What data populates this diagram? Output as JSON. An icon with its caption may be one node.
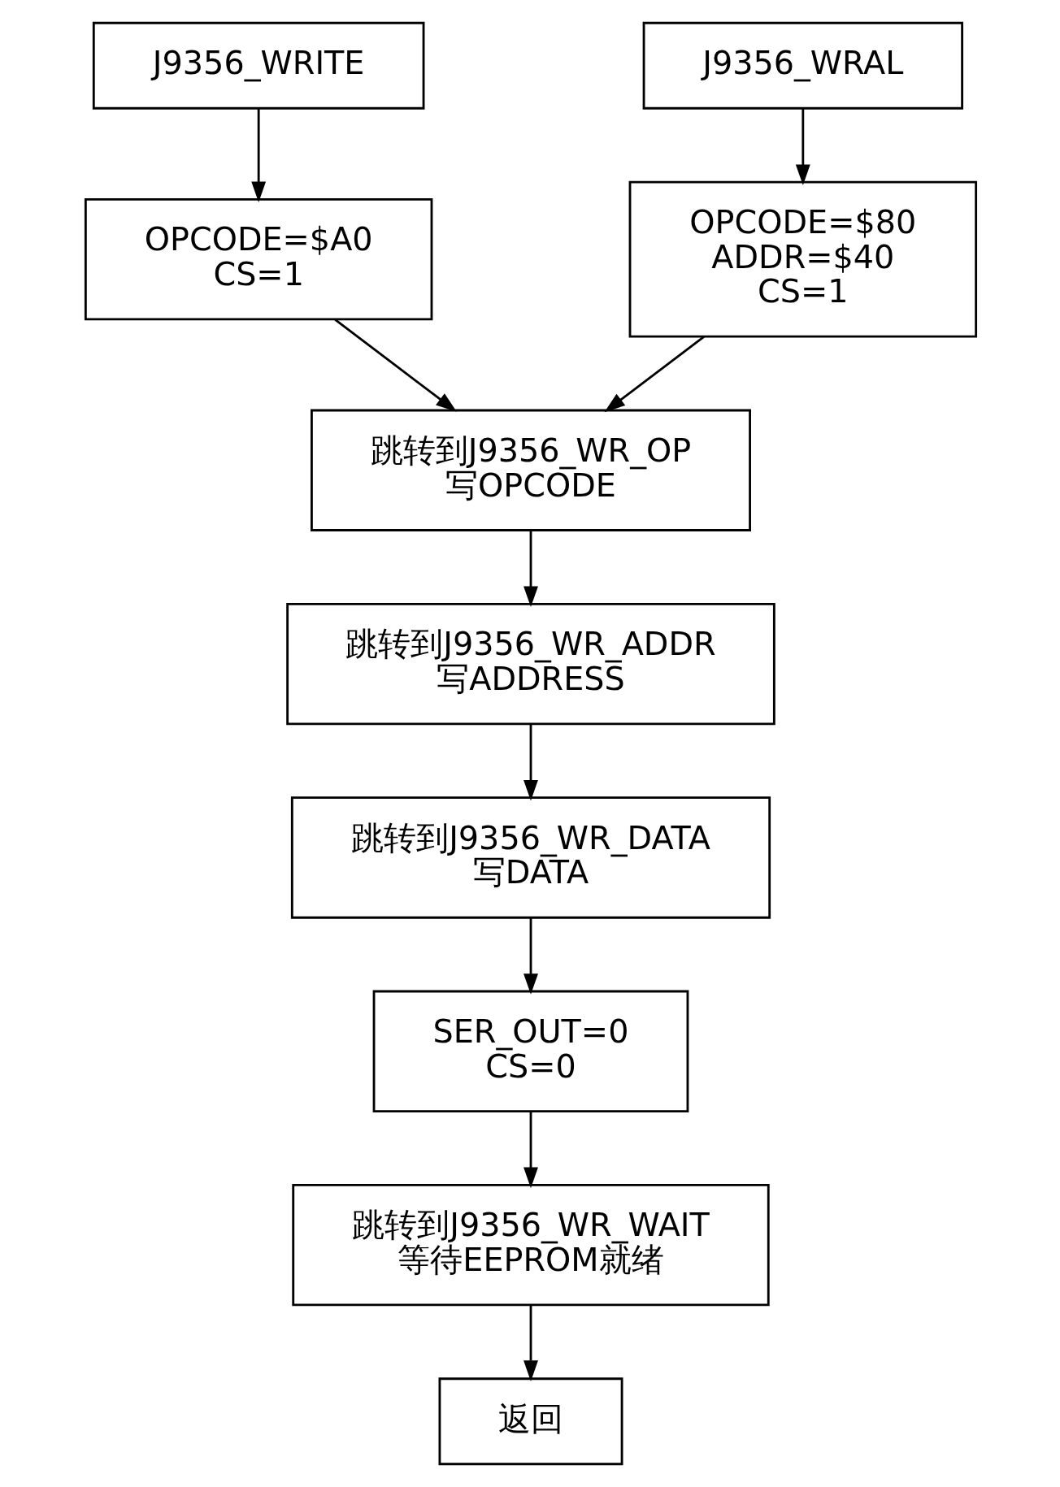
{
  "diagram": {
    "nodes": [
      {
        "text": [
          "J9356_WRITE"
        ]
      },
      {
        "text": [
          "J9356_WRAL"
        ]
      },
      {
        "text": [
          "OPCODE=$A0",
          "CS=1"
        ]
      },
      {
        "text": [
          "OPCODE=$80",
          "ADDR=$40",
          "CS=1"
        ]
      },
      {
        "text": [
          "跳转到J9356_WR_OP",
          "写OPCODE"
        ]
      },
      {
        "text": [
          "跳转到J9356_WR_ADDR",
          "写ADDRESS"
        ]
      },
      {
        "text": [
          "跳转到J9356_WR_DATA",
          "写DATA"
        ]
      },
      {
        "text": [
          "SER_OUT=0",
          "CS=0"
        ]
      },
      {
        "text": [
          "跳转到J9356_WR_WAIT",
          "等待EEPROM就绪"
        ]
      },
      {
        "text": [
          "返回"
        ]
      }
    ],
    "edges": [
      {
        "from": 0,
        "to": 2,
        "arrow": "to"
      },
      {
        "from": 1,
        "to": 3,
        "arrow": "to"
      },
      {
        "from": 2,
        "to": 4,
        "arrow": "to"
      },
      {
        "from": 3,
        "to": 4,
        "arrow": "to"
      },
      {
        "from": 4,
        "to": 5,
        "arrow": "to"
      },
      {
        "from": 5,
        "to": 6,
        "arrow": "to"
      },
      {
        "from": 6,
        "to": 7,
        "arrow": "to"
      },
      {
        "from": 7,
        "to": 8,
        "arrow": "to"
      },
      {
        "from": 8,
        "to": 9,
        "arrow": "to"
      }
    ]
  }
}
